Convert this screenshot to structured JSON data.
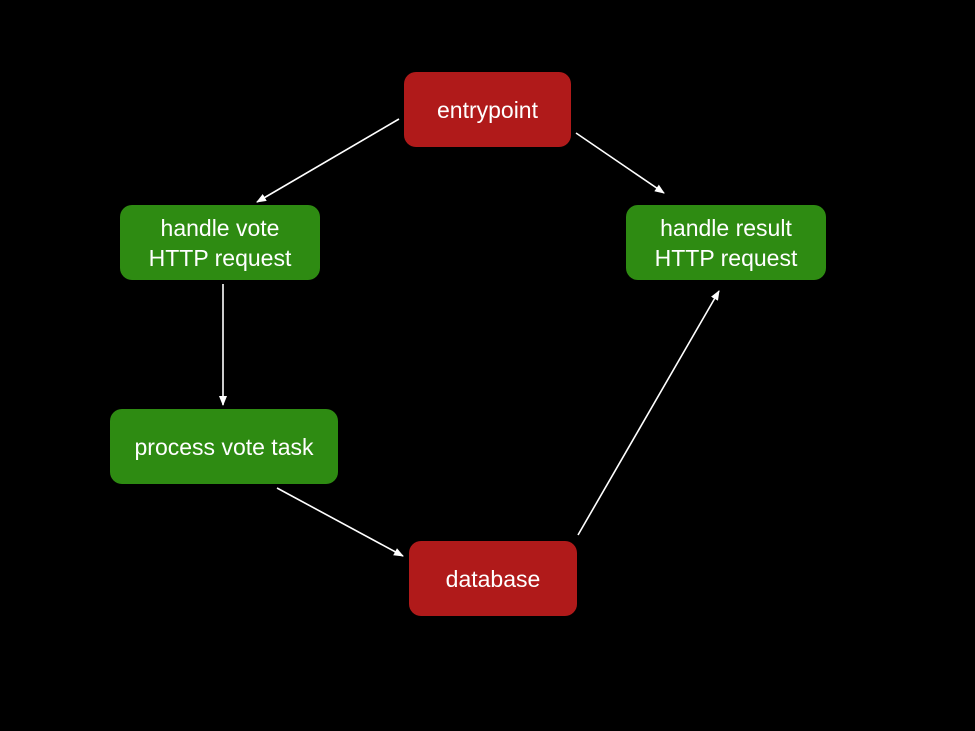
{
  "colors": {
    "background": "#000000",
    "service": "#b01a1a",
    "handler": "#2e8b12",
    "arrow": "#ffffff",
    "text": "#ffffff"
  },
  "nodes": {
    "entrypoint": {
      "label": "entrypoint",
      "kind": "service"
    },
    "vote_handler": {
      "label": "handle vote\nHTTP request",
      "kind": "handler"
    },
    "result_handler": {
      "label": "handle result\nHTTP request",
      "kind": "handler"
    },
    "vote_task": {
      "label": "process vote task",
      "kind": "handler"
    },
    "database": {
      "label": "database",
      "kind": "service"
    }
  },
  "edges": [
    {
      "from": "entrypoint",
      "to": "vote_handler"
    },
    {
      "from": "entrypoint",
      "to": "result_handler"
    },
    {
      "from": "vote_handler",
      "to": "vote_task"
    },
    {
      "from": "vote_task",
      "to": "database"
    },
    {
      "from": "database",
      "to": "result_handler"
    }
  ]
}
